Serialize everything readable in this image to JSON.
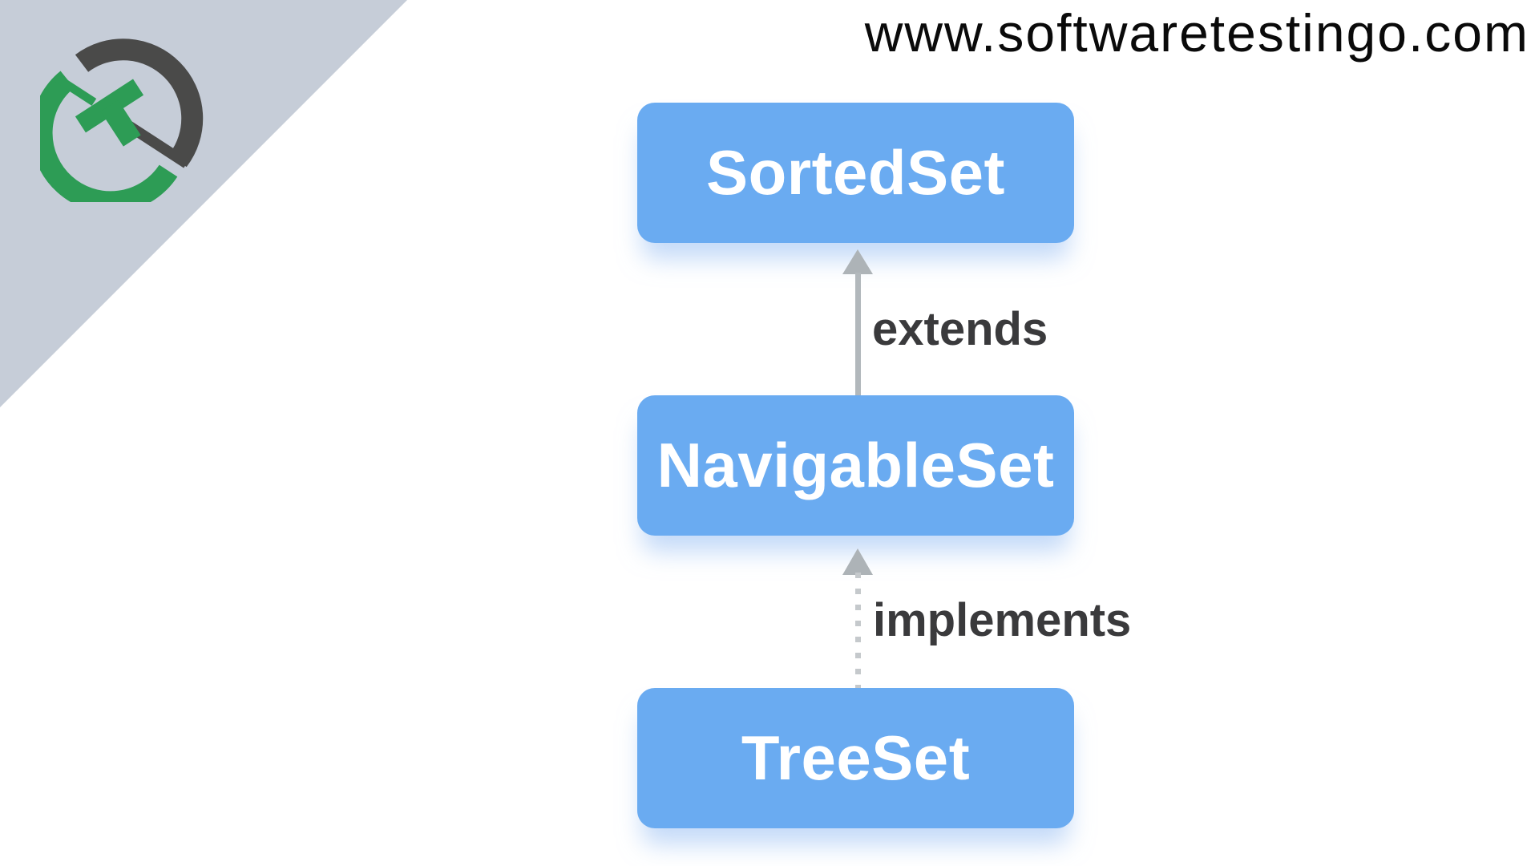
{
  "header": {
    "website_url": "www.softwaretestingo.com"
  },
  "branding": {
    "logo": "softwaretestingo-gavel-logo"
  },
  "diagram": {
    "type": "class-hierarchy",
    "nodes": [
      {
        "id": "sortedset",
        "label": "SortedSet"
      },
      {
        "id": "navigableset",
        "label": "NavigableSet"
      },
      {
        "id": "treeset",
        "label": "TreeSet"
      }
    ],
    "edges": [
      {
        "from": "NavigableSet",
        "to": "SortedSet",
        "label": "extends",
        "line_style": "solid",
        "direction": "up"
      },
      {
        "from": "TreeSet",
        "to": "NavigableSet",
        "label": "implements",
        "line_style": "dashed",
        "direction": "up"
      }
    ]
  },
  "colors": {
    "node_fill": "#6aabf1",
    "node_text": "#ffffff",
    "edge_label_text": "#3a3a3c",
    "solid_arrow": "#b2b8bc",
    "arrowhead": "#adb3b7",
    "dashed_arrow": "#c5c9cc",
    "corner_triangle": "#c6cdd8",
    "logo_green": "#2d9c55",
    "logo_gray": "#4a4a49",
    "url_text": "#0a0a0a"
  }
}
